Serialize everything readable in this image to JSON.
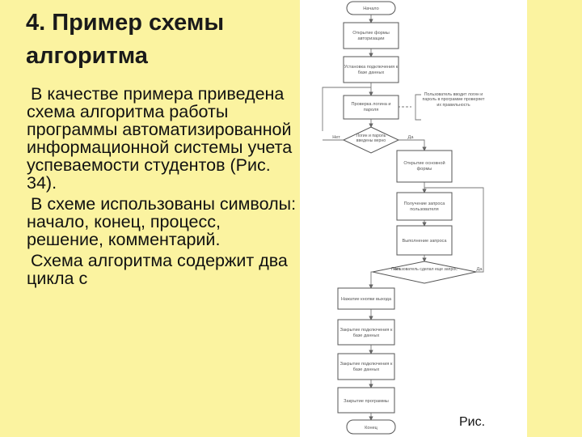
{
  "slide": {
    "title": "4. Пример схемы алгоритма",
    "paragraphs": [
      "В качестве примера приведена схема алгоритма работы программы автоматизированной информационной системы учета успеваемости студентов (Рис. 34).",
      "В схеме использованы символы: начало, конец, процесс, решение, комментарий.",
      "Схема алгоритма содержит два цикла с"
    ],
    "figure_caption": "Рис."
  },
  "flowchart": {
    "start": "Начало",
    "open_auth_form": "Открытие формы авторизации",
    "db_connect": "Установка подключения к базе данных",
    "check_login": "Проверка логина и пароля",
    "comment": "Пользователь вводит логин и пароль в программе проверяет их правильность",
    "decision_login": "Логин и пароль введены верно",
    "no_1": "Нет",
    "yes_1": "Да",
    "open_main_form": "Открытие основной формы",
    "get_user_request": "Получение запроса пользователя",
    "exec_request": "Выполнение запроса",
    "decision_request": "Пользователь сделал еще запрос",
    "no_2": "Нет",
    "yes_2": "Да",
    "press_exit": "Нажатие кнопки выхода",
    "close_db_1": "Закрытие подключения к базе данных",
    "close_db_2": "Закрытие подключения к базе данных",
    "close_program": "Закрытие программы",
    "end": "Конец"
  }
}
